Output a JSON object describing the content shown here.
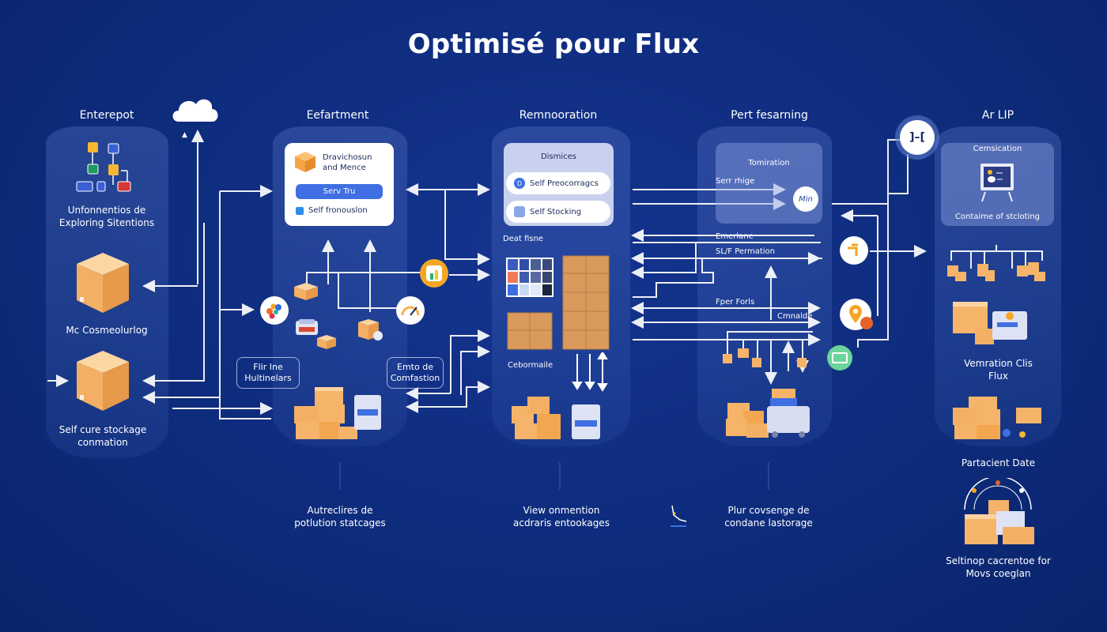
{
  "title": "Optimisé pour Flux",
  "colors": {
    "background": "#0e2c7c",
    "panel": "#4a6ac0",
    "box_orange": "#f5b46a",
    "accent_blue": "#3f6fe3",
    "arrow": "#ffffff"
  },
  "columns": [
    {
      "heading": "Enterepot",
      "items": [
        {
          "label": "Unfonnentios de",
          "label2": "Exploring Sitentions",
          "icon": "org-chart-icon"
        },
        {
          "label": "Mc Cosmeolurlog",
          "icon": "box-icon"
        },
        {
          "label": "Self cure stockage",
          "label2": "conmation",
          "icon": "box-icon"
        }
      ],
      "extra_icon": "cloud-icon"
    },
    {
      "heading": "Eefartment",
      "card": {
        "title_line1": "Dravichosun",
        "title_line2": "and Mence",
        "button": "Serv Tru",
        "check_label": "Self fronouslon"
      },
      "boxes": [
        {
          "label_line1": "Flir Ine",
          "label_line2": "Hultinelars"
        },
        {
          "label_line1": "Emto de",
          "label_line2": "Comfastion"
        }
      ],
      "footer_line1": "Autreclires de",
      "footer_line2": "potlution statcages"
    },
    {
      "heading": "Remnooration",
      "card": {
        "title": "Dismices",
        "pill1": "Self Preocorragcs",
        "pill2": "Self Stocking"
      },
      "sublabel": "Deat fisne",
      "sublabel2": "Cebormaile",
      "footer_line1": "View onmention",
      "footer_line2": "acdraris entookages"
    },
    {
      "heading": "Pert fesarning",
      "card": {
        "title": "Tomiration",
        "sub": "Serr rhige",
        "badge": "Min"
      },
      "flow_labels": [
        "Emerlane",
        "SL/F Permation",
        "Fper Forls",
        "Cmnalde"
      ],
      "footer_line1": "Plur covsenge de",
      "footer_line2": "condane lastorage"
    },
    {
      "heading": "Ar LIP",
      "card": {
        "title": "Cemsication",
        "caption": "Contaime of stcloting"
      },
      "items": [
        {
          "label_line1": "Vemration Clis",
          "label_line2": "Flux"
        },
        {
          "label_line1": "Partacient Date",
          "label_line2": ""
        }
      ],
      "footer_line1": "Seltinop cacrentoe for",
      "footer_line2": "Movs coeglan"
    }
  ]
}
